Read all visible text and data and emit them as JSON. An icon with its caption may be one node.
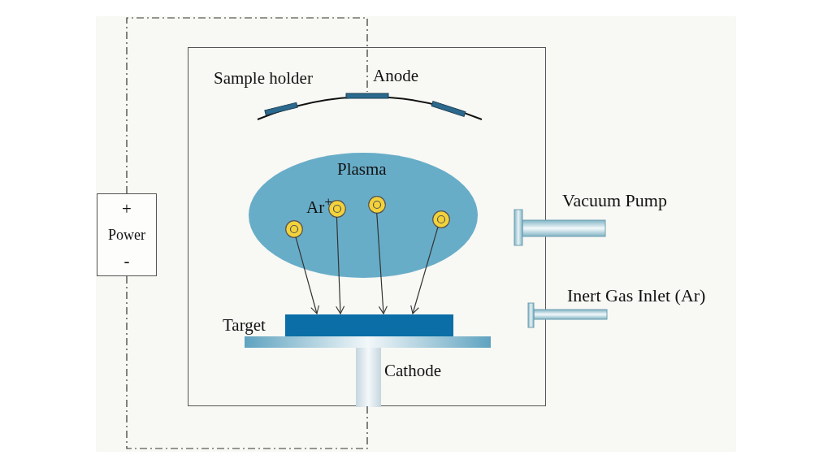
{
  "diagram": {
    "nodes": [
      {
        "text": [],
        "shape": "box"
      },
      {
        "text": [
          "Sample holder",
          "Anode"
        ],
        "in": 0
      },
      {
        "text": [
          "Plasma"
        ],
        "in": 0
      },
      {
        "text": [],
        "shape": "circle",
        "in": 2
      },
      {
        "text": [],
        "shape": "circle",
        "in": 2
      },
      {
        "text": [],
        "shape": "circle",
        "in": 2
      },
      {
        "text": [],
        "shape": "circle",
        "in": 2
      },
      {
        "text": [
          "Vacuum Pump"
        ]
      },
      {
        "text": [
          "+",
          "Power",
          "-"
        ]
      },
      {
        "text": [
          "Inert Gas Inlet (Ar)"
        ]
      },
      {
        "text": [
          "Target"
        ],
        "in": 0
      },
      {
        "text": [
          "Cathode"
        ],
        "in": 0
      }
    ],
    "edges": [
      {
        "from": 3,
        "to": 10,
        "arrow": "to"
      },
      {
        "from": 4,
        "to": 10,
        "arrow": "to"
      },
      {
        "from": 5,
        "to": 10,
        "arrow": "to"
      },
      {
        "from": 6,
        "to": 10,
        "arrow": "to"
      },
      {
        "from": 8,
        "to": 1,
        "arrow": "none",
        "style": "dashed"
      },
      {
        "from": 8,
        "to": 11,
        "arrow": "none",
        "style": "dashed"
      }
    ],
    "labels": [
      "Ar$^{+}$"
    ]
  }
}
